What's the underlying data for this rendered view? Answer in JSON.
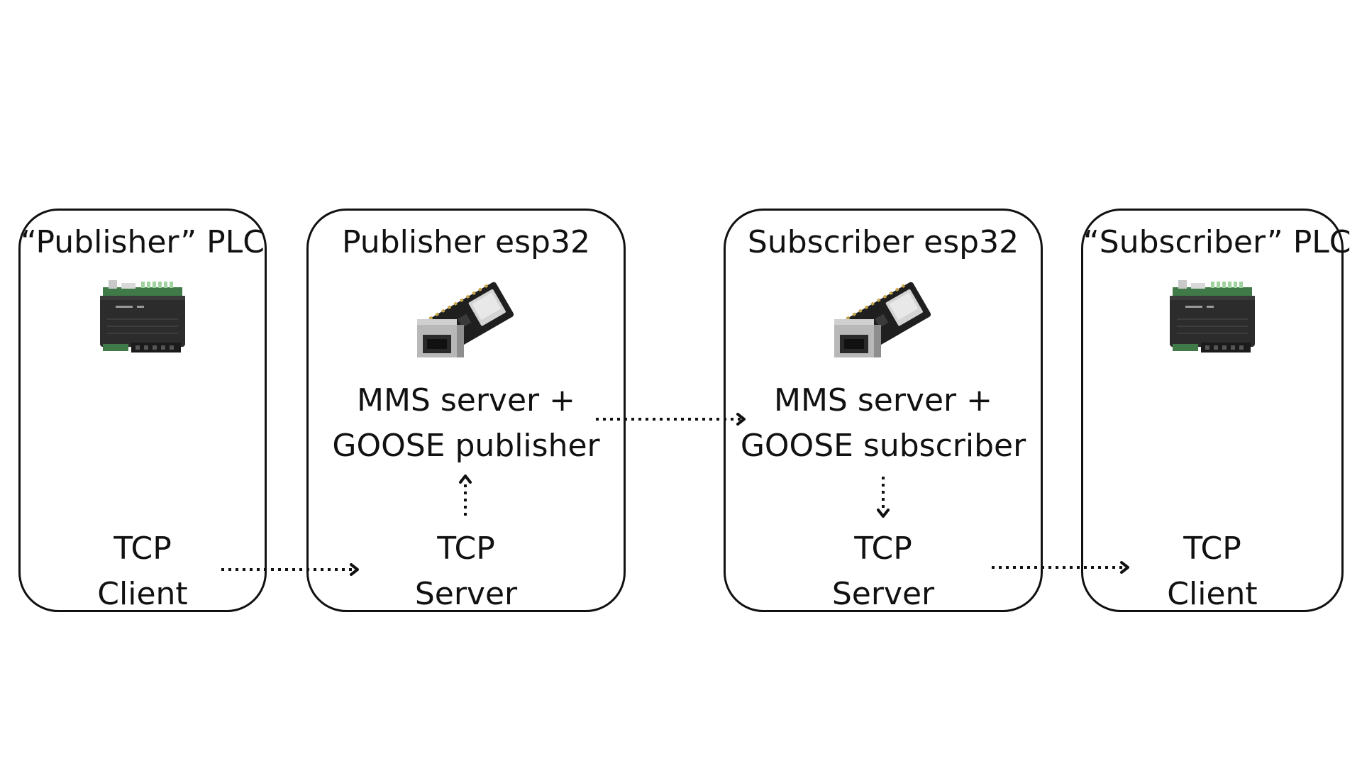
{
  "boxes": {
    "publisher_plc": {
      "title": "“Publisher” PLC",
      "tcp_line1": "TCP",
      "tcp_line2": "Client"
    },
    "publisher_esp32": {
      "title": "Publisher esp32",
      "proto_line1": "MMS server +",
      "proto_line2": "GOOSE publisher",
      "tcp_line1": "TCP",
      "tcp_line2": "Server"
    },
    "subscriber_esp32": {
      "title": "Subscriber esp32",
      "proto_line1": "MMS server +",
      "proto_line2": "GOOSE subscriber",
      "tcp_line1": "TCP",
      "tcp_line2": "Server"
    },
    "subscriber_plc": {
      "title": "“Subscriber” PLC",
      "tcp_line1": "TCP",
      "tcp_line2": "Client"
    }
  },
  "icons": {
    "plc": "plc-controller-icon",
    "esp32": "esp32-ethernet-board-icon"
  },
  "colors": {
    "outline": "#111111",
    "background": "#ffffff",
    "plc_body": "#2c2c2c",
    "plc_board": "#3f7a48",
    "esp_board": "#1f1f1f",
    "rj45_metal": "#b8b8b8"
  }
}
